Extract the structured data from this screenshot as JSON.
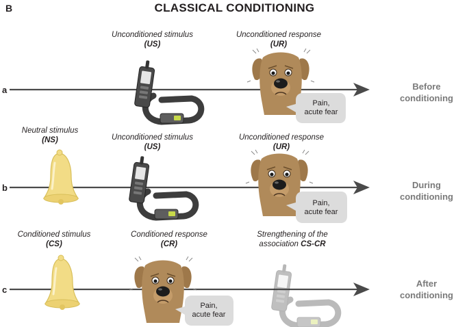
{
  "panel_letter": "B",
  "title": "CLASSICAL CONDITIONING",
  "rows": [
    {
      "letter": "a",
      "phase": [
        "Before",
        "conditioning"
      ],
      "captions": {
        "us": [
          "Unconditioned stimulus",
          "(US)"
        ],
        "ur": [
          "Unconditioned response",
          "(UR)"
        ]
      },
      "bubble": [
        "Pain,",
        "acute fear"
      ]
    },
    {
      "letter": "b",
      "phase": [
        "During",
        "conditioning"
      ],
      "captions": {
        "ns": [
          "Neutral stimulus",
          "(NS)"
        ],
        "us": [
          "Unconditioned stimulus",
          "(US)"
        ],
        "ur": [
          "Unconditioned response",
          "(UR)"
        ]
      },
      "bubble": [
        "Pain,",
        "acute fear"
      ]
    },
    {
      "letter": "c",
      "phase": [
        "After",
        "conditioning"
      ],
      "captions": {
        "cs": [
          "Conditioned stimulus",
          "(CS)"
        ],
        "cr": [
          "Conditioned response",
          "(CR)"
        ],
        "strength": [
          "Strengthening of the",
          "association ",
          "CS-CR"
        ]
      },
      "bubble": [
        "Pain,",
        "acute fear"
      ]
    }
  ],
  "icons": {
    "stimulus_device": "shock-collar-icon",
    "bell": "bell-icon",
    "response": "dog-face-icon"
  },
  "colors": {
    "arrow": "#4a4a4a",
    "dog": "#b08a5a",
    "bell": "#f2dc86",
    "collar": "#3d3d3d",
    "bubble": "#dcdcdc",
    "phase_text": "#7a7a7a"
  }
}
